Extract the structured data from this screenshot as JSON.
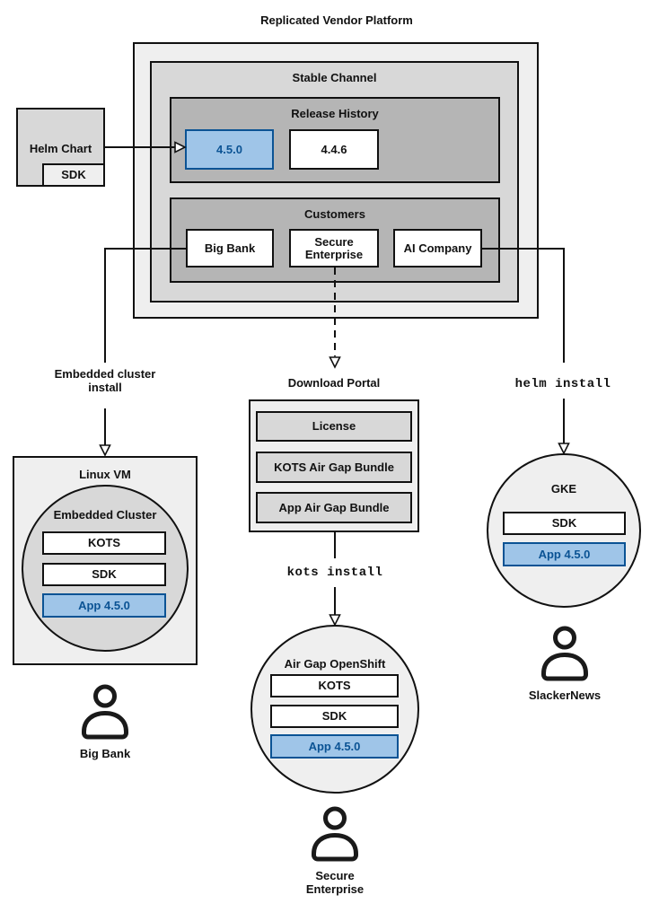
{
  "title": "Replicated Vendor Platform",
  "colors": {
    "outer_gray": "#efefef",
    "mid_gray": "#d8d8d8",
    "dark_gray": "#b5b5b5",
    "highlight_fill": "#9fc5e8",
    "highlight_accent": "#0b5394",
    "line": "#111111"
  },
  "platform": {
    "stable_channel": {
      "label": "Stable Channel",
      "release_history": {
        "label": "Release History",
        "releases": [
          {
            "version": "4.5.0",
            "current": true
          },
          {
            "version": "4.4.6",
            "current": false
          }
        ]
      },
      "customers": {
        "label": "Customers",
        "items": [
          {
            "name": "Big Bank"
          },
          {
            "name": "Secure Enterprise"
          },
          {
            "name": "AI Company"
          }
        ]
      }
    }
  },
  "helm_chart": {
    "label": "Helm Chart",
    "sdk": "SDK"
  },
  "edge_labels": {
    "embedded_install_line1": "Embedded cluster",
    "embedded_install_line2": "install",
    "kots_install": "kots install",
    "helm_install": "helm install"
  },
  "download_portal": {
    "title": "Download Portal",
    "items": [
      "License",
      "KOTS Air Gap Bundle",
      "App Air Gap Bundle"
    ]
  },
  "deployments": {
    "linux_vm": {
      "title": "Linux VM",
      "cluster_label": "Embedded Cluster",
      "stack": [
        {
          "label": "KOTS",
          "current": false
        },
        {
          "label": "SDK",
          "current": false
        },
        {
          "label": "App 4.5.0",
          "current": true
        }
      ],
      "user": "Big Bank"
    },
    "airgap_openshift": {
      "title": "Air Gap OpenShift",
      "stack": [
        {
          "label": "KOTS",
          "current": false
        },
        {
          "label": "SDK",
          "current": false
        },
        {
          "label": "App 4.5.0",
          "current": true
        }
      ],
      "user": "Secure Enterprise"
    },
    "gke": {
      "title": "GKE",
      "stack": [
        {
          "label": "SDK",
          "current": false
        },
        {
          "label": "App 4.5.0",
          "current": true
        }
      ],
      "user": "SlackerNews"
    }
  }
}
